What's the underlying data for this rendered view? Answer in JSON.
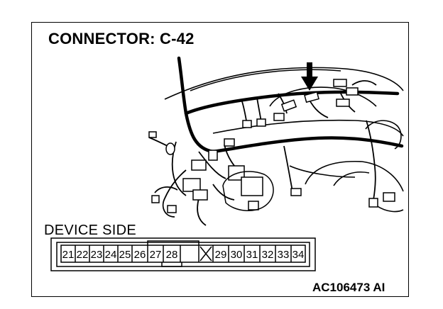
{
  "title": "CONNECTOR: C-42",
  "device_side_label": "DEVICE SIDE",
  "figure_id": "AC106473 AI",
  "connector_pins": [
    "21",
    "22",
    "23",
    "24",
    "25",
    "26",
    "27",
    "28",
    "",
    "29",
    "30",
    "31",
    "32",
    "33",
    "34"
  ],
  "arrow_icon": "down-arrow-icon",
  "connector_empty_slot_icon": "x-mark-icon"
}
